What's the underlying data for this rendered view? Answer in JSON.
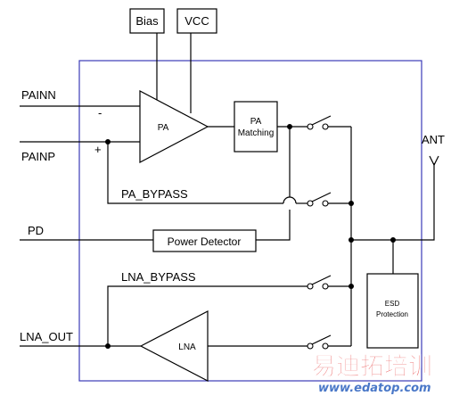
{
  "blocks": {
    "bias": "Bias",
    "vcc": "VCC",
    "pa": "PA",
    "pa_matching_line1": "PA",
    "pa_matching_line2": "Matching",
    "power_detector": "Power Detector",
    "lna": "LNA",
    "esd_line1": "ESD",
    "esd_line2": "Protection"
  },
  "pins": {
    "painn": "PAINN",
    "painp": "PAINP",
    "pd": "PD",
    "lna_out": "LNA_OUT",
    "ant": "ANT"
  },
  "signals": {
    "minus": "-",
    "plus": "+",
    "pa_bypass": "PA_BYPASS",
    "lna_bypass": "LNA_BYPASS"
  },
  "watermark": {
    "cn_text": "易迪拓培训",
    "url": "www.edatop.com",
    "colors": {
      "cn": "#e84a4a",
      "url": "#4a78c8"
    }
  },
  "colors": {
    "border": "#3b3bb8",
    "line": "#000000"
  }
}
